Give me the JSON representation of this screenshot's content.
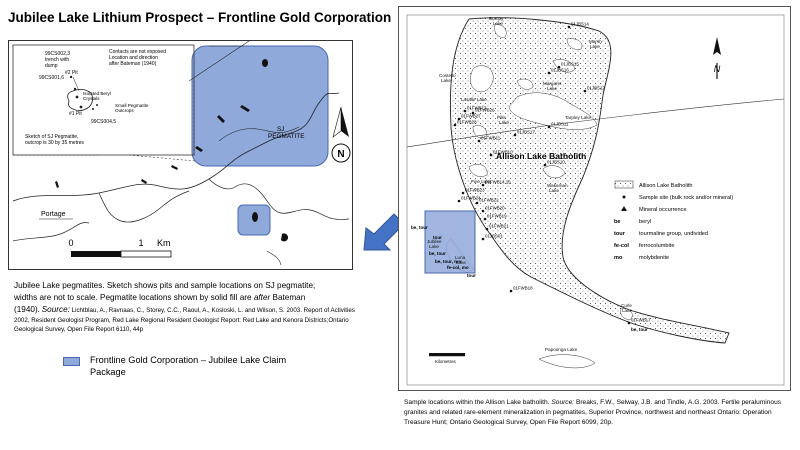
{
  "title": "Jubilee Lake Lithium Prospect – Frontline Gold Corporation",
  "left_map": {
    "inset_labels": {
      "dump": "99CS002,3\ntrench with\ndump",
      "s1": "99CS001,6",
      "pit2": "#2 Pit",
      "beryl": "Isolated Beryl\nCrystals",
      "pit1": "#1 Pit",
      "small": "Small Pegmatite\nOutcrops",
      "s4": "99CS004,5",
      "contacts": "Contacts are not exposed\nLocation and direction\nafter Bateman (1940)",
      "sketch": "Sketch of SJ Pegmatite,\noutcrop is 30 by 35 metres"
    },
    "sj_pegmatite": "SJ\nPEGMATITE",
    "north": "N",
    "portage": "Portage",
    "scale_zero": "0",
    "scale_one": "1",
    "scale_unit": "Km"
  },
  "left_caption": {
    "line1": "Jubilee Lake pegmatites. Sketch shows pits and sample locations on SJ pegmatite;",
    "line2": "widths are not to scale.  Pegmatite locations shown by solid fill are",
    "after": "after",
    "bateman": " Bateman",
    "year": "(1940).",
    "source_label": "Source:",
    "source_text": " Lichtblau, A., Ravnaas, C., Storey, C.C., Raoul, A., Kosloski, L. and Wilson, S. 2003. Report of Activities 2002, Resident Geologist Program, Red Lake Regional Resident Geologist Report: Red Lake and Kenora Districts;Ontario Geological Survey, Open File Report 6110, 44p"
  },
  "legend": {
    "label": "Frontline Gold Corporation – Jubilee Lake Claim Package",
    "color": "#8fa9db"
  },
  "right_map": {
    "batholith_label": "Allison Lake Batholith",
    "lakes": {
      "bumpy": "Bumpy\nLake",
      "marsh": "Marsh\nLake",
      "costello": "Costello\nLake",
      "margaret": "Margaret\nLake",
      "lasalle": "Lasalle Lake",
      "tarpley": "Tarpley Lake",
      "pike": "Pike\nLake",
      "fine": "Fine Lake",
      "wakeman": "Wakeman\nLake",
      "jubilee": "Jubilee\nLake",
      "luna": "Luna\nLake",
      "papoonga": "Papoonga Lake",
      "curle": "Curle\nLake"
    },
    "samples": [
      "01JBS14",
      "01JBS15",
      "01JBS16",
      "01JBS12",
      "01FWB26",
      "01FWB27",
      "01FWB28",
      "01FWB13",
      "01JBS11",
      "01JBS17",
      "01FWB11",
      "01FWB10",
      "01JBS10",
      "01FWB14,15",
      "01FWB23",
      "01FWB24",
      "01FWB22",
      "01FWB20",
      "01FWB19",
      "01FWB21",
      "01JBS01",
      "01FWB18",
      "01FWB17"
    ],
    "mineral_labels": [
      "tour",
      "be, tour",
      "be, tour",
      "be, tour, mo",
      "fe-col, mo",
      "tour",
      "be, tour"
    ],
    "map_legend": {
      "batholith": "Allison Lake Batholith",
      "sample": "Sample site (bulk rock and/or mineral)",
      "mineral": "Mineral occurrence",
      "be_key": "be",
      "be_val": "beryl",
      "tour_key": "tour",
      "tour_val": "tourmaline group, undivided",
      "fecol_key": "fe-col",
      "fecol_val": "ferrocolumbite",
      "mo_key": "mo",
      "mo_val": "molybdenite"
    },
    "scale_label": "Kilometres"
  },
  "right_caption": {
    "line1": "Sample locations within the Allison Lake batholith.",
    "source_label": "Source:",
    "source_text": " Breaks, F.W., Selway, J.B. and Tindle, A.G. 2003. Fertile peraluminous granites and related rare-element mineralization in pegmatites, Superior Province, northwest and northeast Ontario: Operation Treasure Hunt;  Ontario Geological Survey, Open File Report 6099, 20p."
  },
  "arrow_color": "#4472c4"
}
